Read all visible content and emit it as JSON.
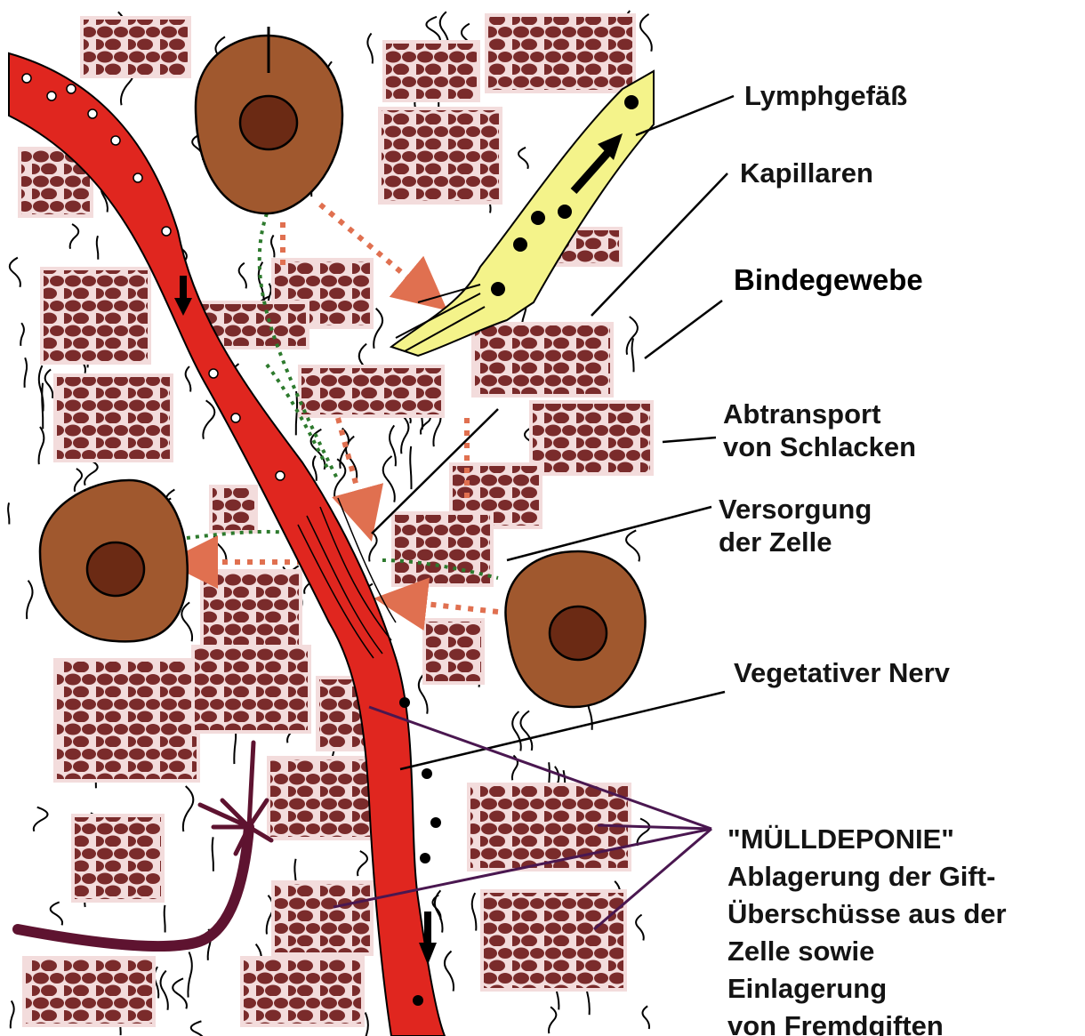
{
  "labels": {
    "lymph": "Lymphgefäß",
    "capillaries": "Kapillaren",
    "connective": "Bindegewebe",
    "removal": [
      "Abtransport",
      "von Schlacken"
    ],
    "supply": [
      "Versorgung",
      "der Zelle"
    ],
    "nerve": "Vegetativer Nerv",
    "dump": [
      "\"MÜLLDEPONIE\"",
      "Ablagerung der Gift-",
      "Überschüsse aus der",
      "Zelle sowie",
      "Einlagerung",
      "von Fremdgiften"
    ]
  },
  "colors": {
    "blood_vessel": "#e0261f",
    "lymph_vessel": "#f4f38a",
    "cell": "#a0582e",
    "nucleus": "#6b2a14",
    "deposit_patch": "#f3dcdc",
    "deposit_dot": "#7a2b2b",
    "nerve": "#5e1330",
    "dotted_arrows": "#e07050",
    "dotted_path": "#2d7a2d",
    "pointer": "#4a1750",
    "fibers": "#000000"
  },
  "icons": [
    "cell-icon",
    "blood-vessel-icon",
    "lymph-vessel-icon",
    "nerve-icon",
    "deposit-patch-icon"
  ]
}
